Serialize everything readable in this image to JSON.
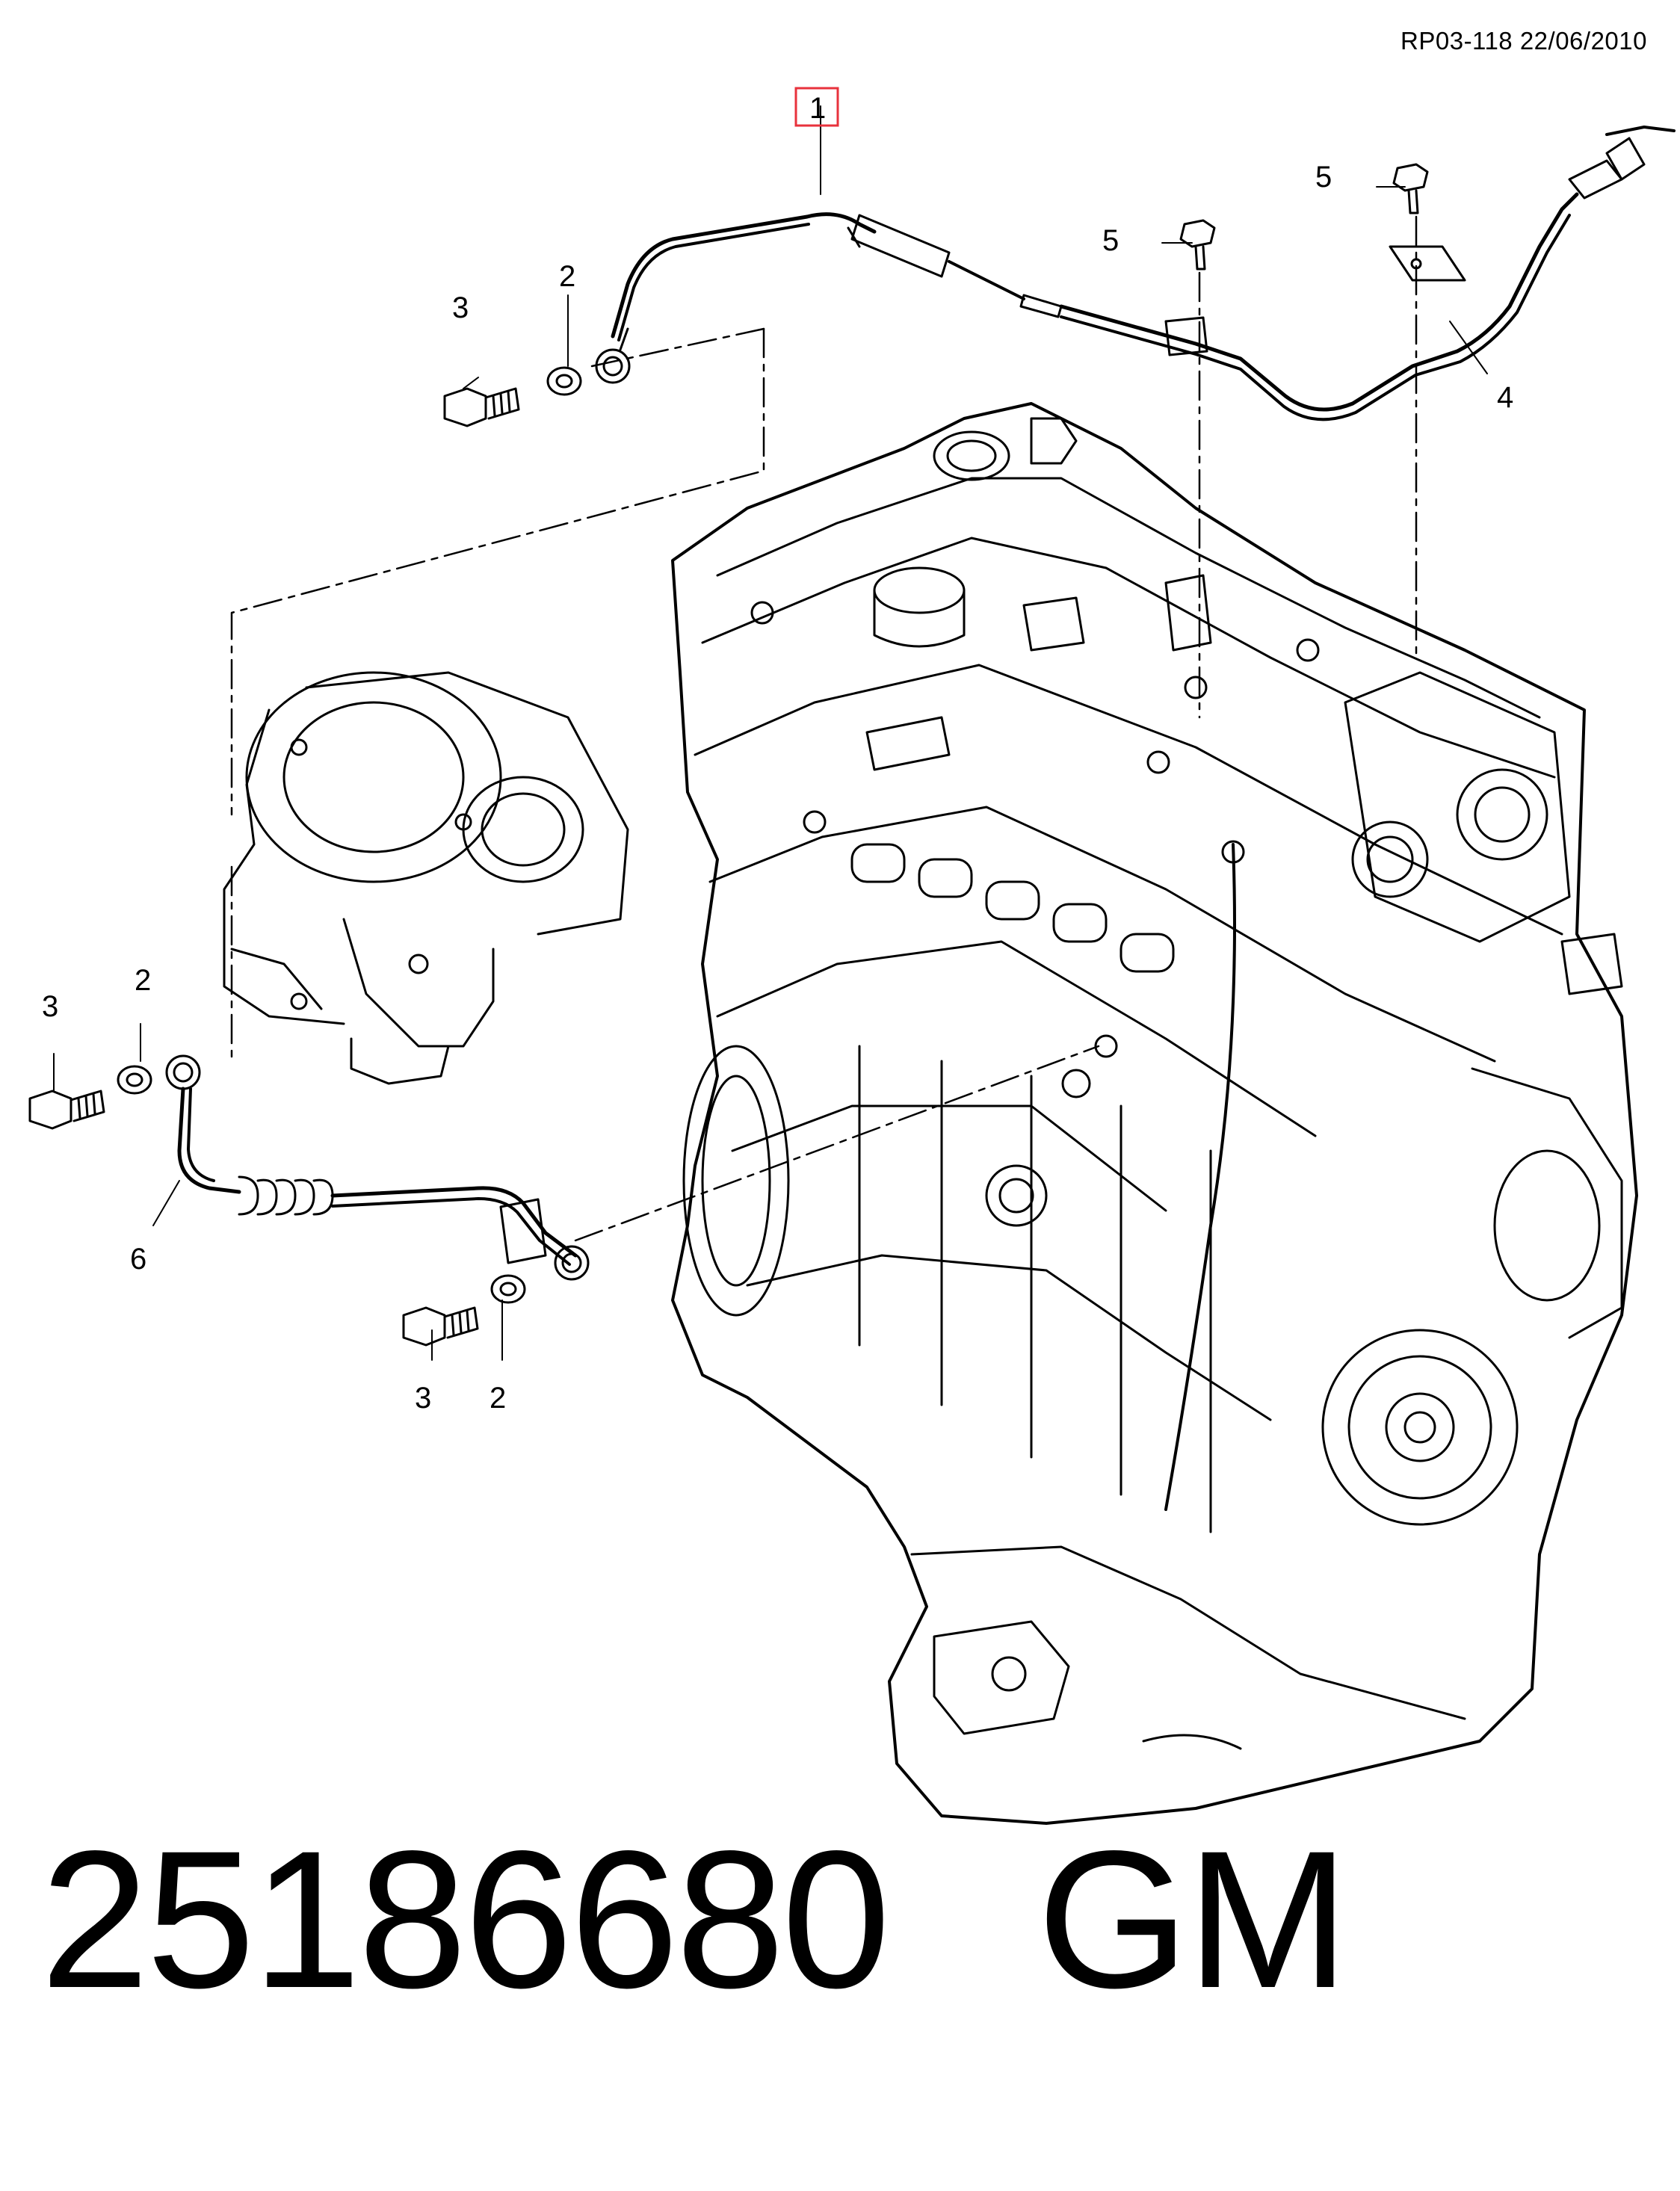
{
  "header": {
    "doc_ref": "RP03-118 22/06/2010"
  },
  "callouts": {
    "c1": "1",
    "c2a": "2",
    "c3a": "3",
    "c2b": "2",
    "c3b": "3",
    "c2c": "2",
    "c3c": "3",
    "c4": "4",
    "c5a": "5",
    "c5b": "5",
    "c6": "6"
  },
  "highlight_color": "#e8323c",
  "footer": {
    "part_number": "25186680",
    "brand": "GM"
  }
}
